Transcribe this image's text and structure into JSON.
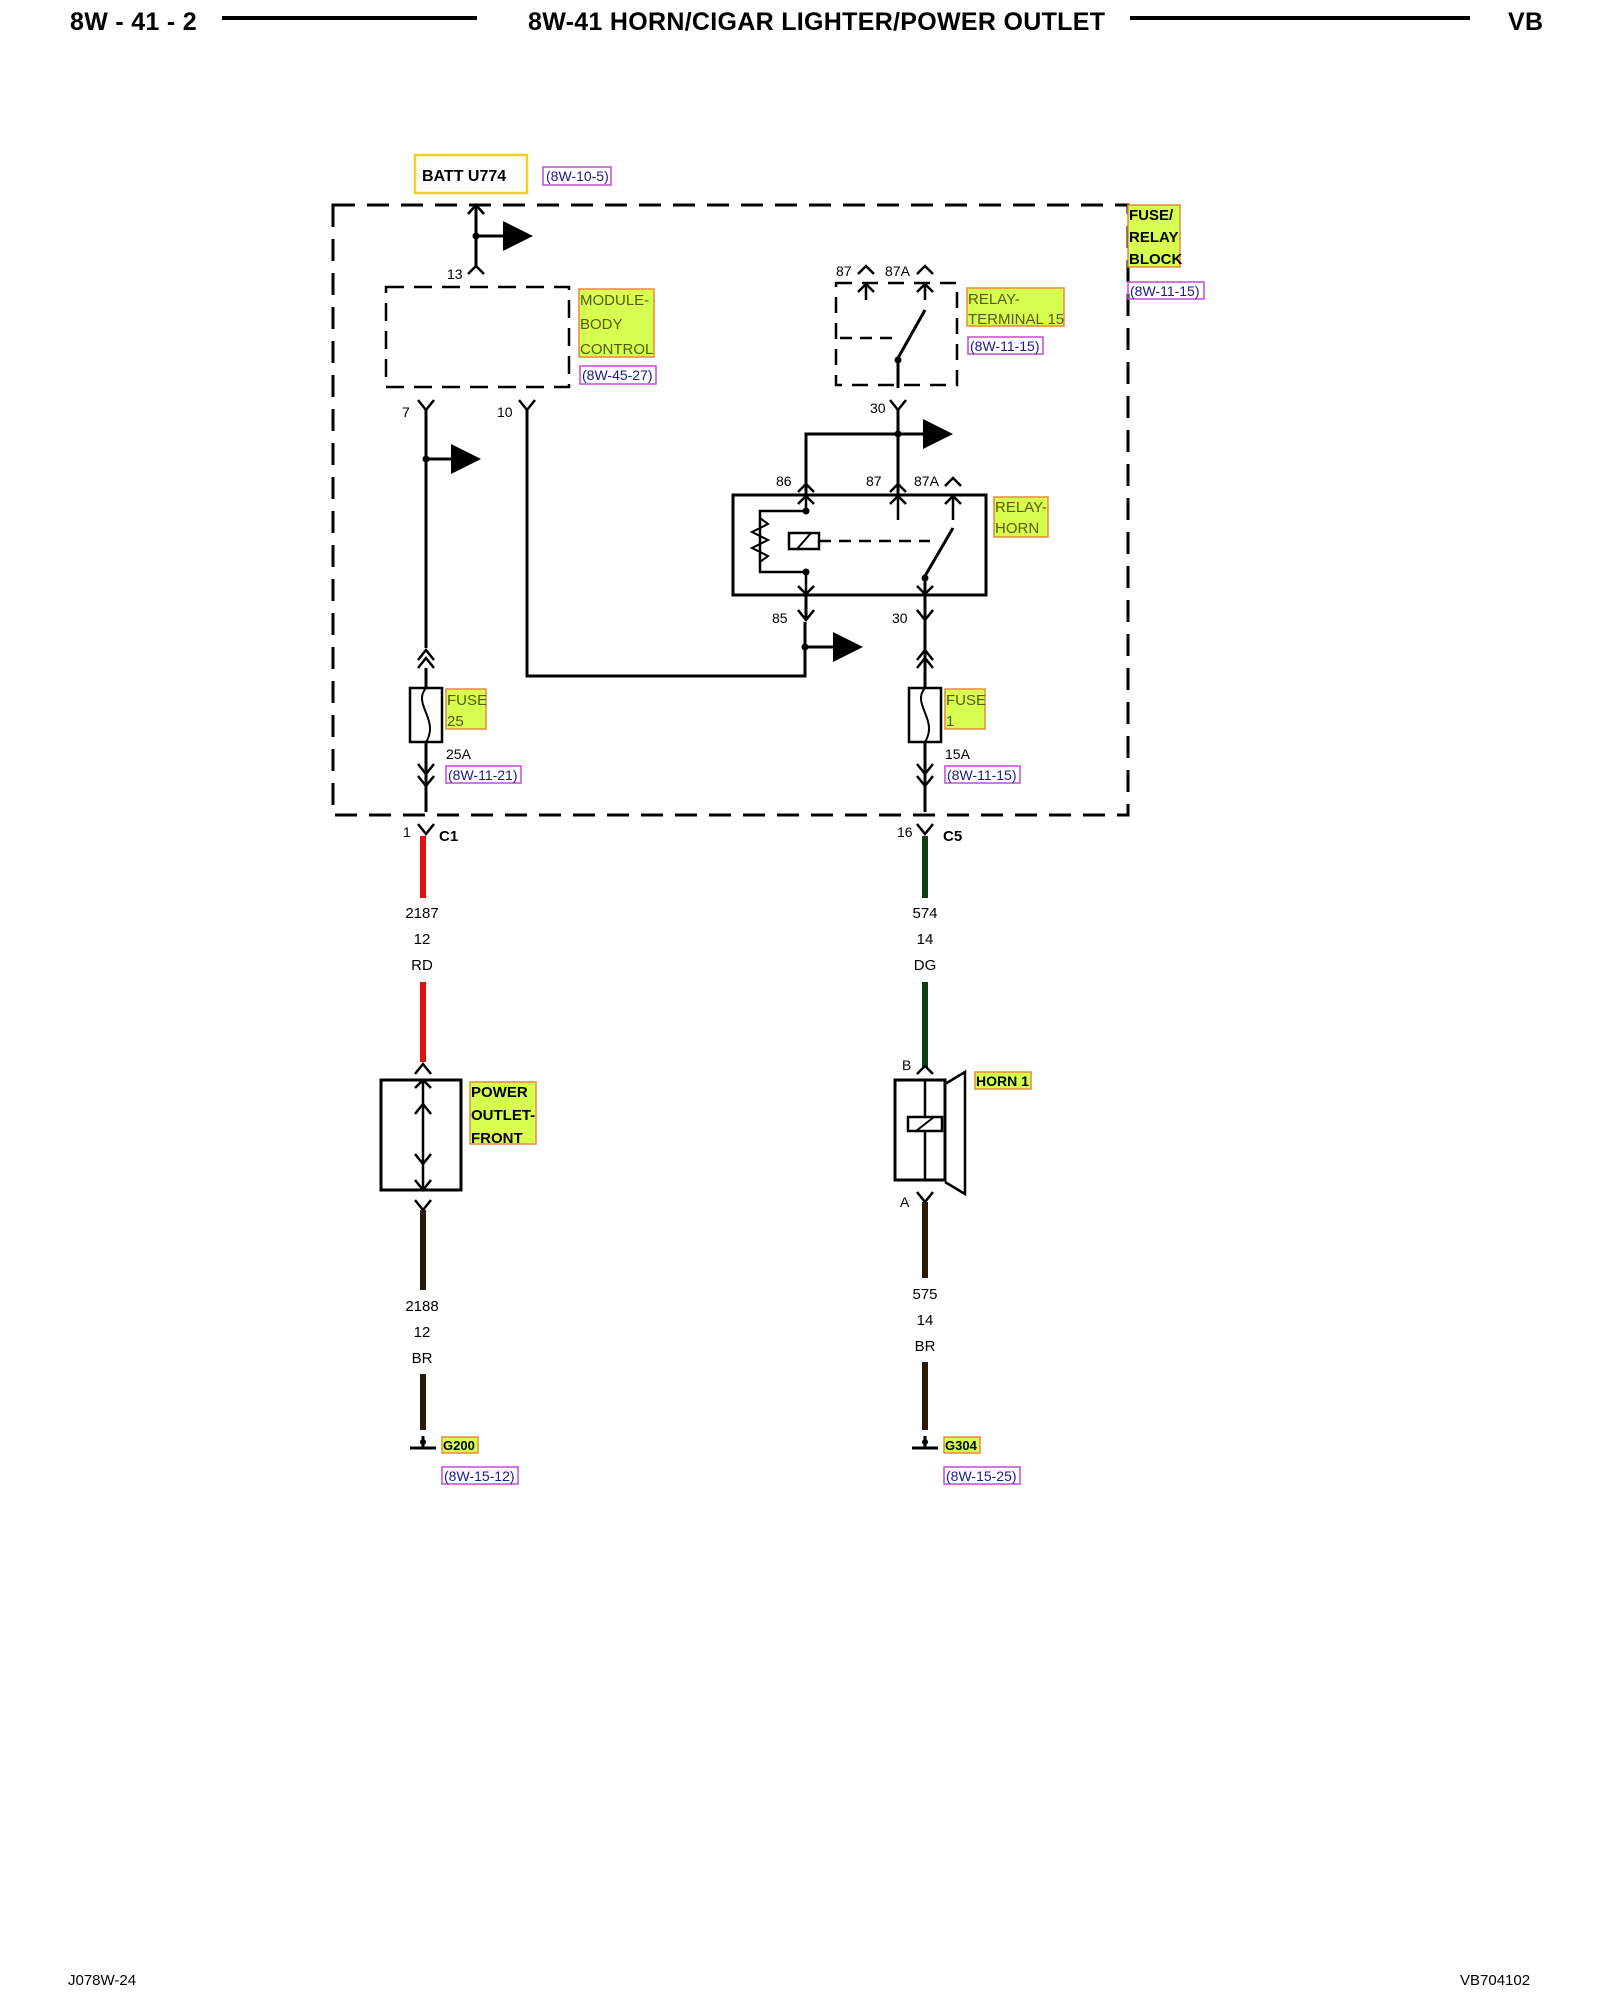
{
  "header": {
    "page_number": "8W - 41 - 2",
    "title": "8W-41 HORN/CIGAR LIGHTER/POWER OUTLET",
    "model": "VB"
  },
  "footer": {
    "left_code": "J078W-24",
    "right_code": "VB704102"
  },
  "colors": {
    "label_highlight": "#d6ff4f",
    "label_border": "#e38b3a",
    "ref_border": "#c24bd6",
    "batt_border": "#f2d21a",
    "wire_red": "#e01010",
    "wire_green": "#0f3a14",
    "wire_brown": "#2a1a0c"
  },
  "diagram": {
    "batt": {
      "label": "BATT U774",
      "ref": "(8W-10-5)"
    },
    "fuse_relay_block": {
      "line1": "FUSE/",
      "line2": "RELAY",
      "line3": "BLOCK",
      "ref": "(8W-11-15)"
    },
    "module_body_control": {
      "line1": "MODULE-",
      "line2": "BODY",
      "line3": "CONTROL",
      "ref": "(8W-45-27)",
      "pin_top": "13",
      "pin_left": "7",
      "pin_right": "10"
    },
    "relay_terminal_15": {
      "line1": "RELAY-",
      "line2": "TERMINAL 15",
      "ref": "(8W-11-15)",
      "pin_87": "87",
      "pin_87a": "87A",
      "pin_30": "30"
    },
    "relay_horn": {
      "line1": "RELAY-",
      "line2": "HORN",
      "pin_86": "86",
      "pin_87": "87",
      "pin_87a": "87A",
      "pin_85": "85",
      "pin_30": "30"
    },
    "fuse_25": {
      "line1": "FUSE",
      "line2": "25",
      "rating": "25A",
      "ref": "(8W-11-21)"
    },
    "fuse_1": {
      "line1": "FUSE",
      "line2": "1",
      "rating": "15A",
      "ref": "(8W-11-15)"
    },
    "connector_c1": {
      "pin": "1",
      "name": "C1"
    },
    "connector_c5": {
      "pin": "16",
      "name": "C5"
    },
    "wire_left_upper": {
      "circuit": "2187",
      "gauge": "12",
      "color": "RD"
    },
    "wire_right_upper": {
      "circuit": "574",
      "gauge": "14",
      "color": "DG"
    },
    "power_outlet": {
      "line1": "POWER",
      "line2": "OUTLET-",
      "line3": "FRONT"
    },
    "horn": {
      "label": "HORN 1",
      "pin_b": "B",
      "pin_a": "A"
    },
    "wire_left_lower": {
      "circuit": "2188",
      "gauge": "12",
      "color": "BR"
    },
    "wire_right_lower": {
      "circuit": "575",
      "gauge": "14",
      "color": "BR"
    },
    "ground_left": {
      "name": "G200",
      "ref": "(8W-15-12)"
    },
    "ground_right": {
      "name": "G304",
      "ref": "(8W-15-25)"
    }
  }
}
